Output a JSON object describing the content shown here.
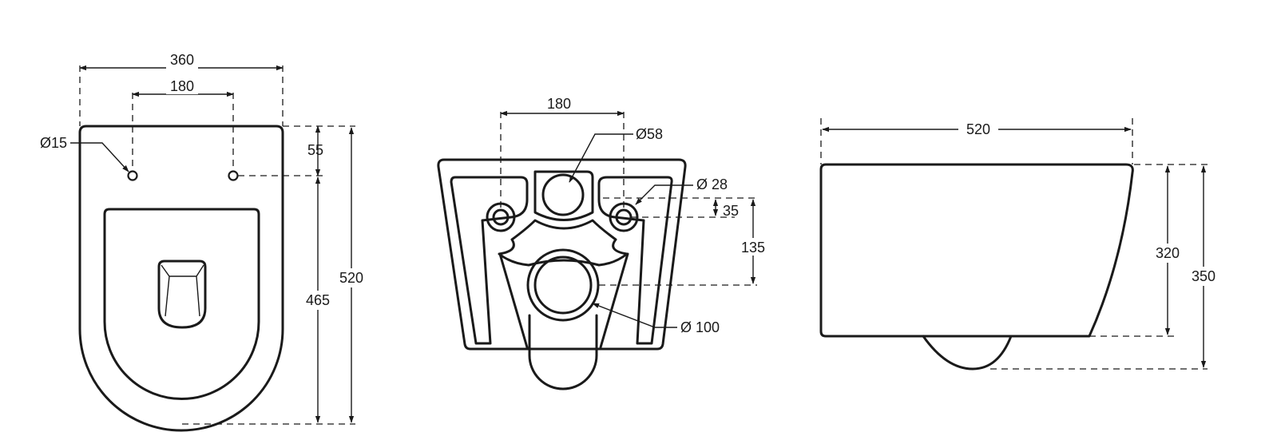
{
  "front_view": {
    "overall_width": "360",
    "hole_spacing": "180",
    "hole_diameter": "Ø15",
    "hole_offset": "55",
    "height_to_holes": "465",
    "total_height": "520"
  },
  "rear_view": {
    "hole_spacing": "180",
    "inlet_diameter": "Ø58",
    "fixing_diameter": "Ø 28",
    "offset_small": "35",
    "offset_large": "135",
    "outlet_diameter": "Ø 100"
  },
  "side_view": {
    "length": "520",
    "body_height": "320",
    "total_height": "350"
  }
}
